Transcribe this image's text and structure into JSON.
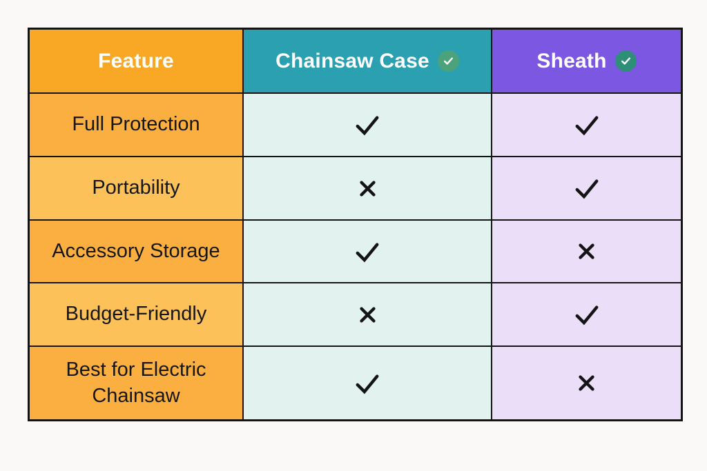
{
  "page": {
    "background_color": "#FAF9F7",
    "border_color": "#141414"
  },
  "table": {
    "columns": [
      {
        "label": "Feature",
        "header_bg": "#F8A824",
        "verified": false
      },
      {
        "label": "Chainsaw Case",
        "header_bg": "#2AA0B1",
        "verified": true,
        "badge_icon": "check-circle",
        "badge_color": "#4CA37B"
      },
      {
        "label": "Sheath",
        "header_bg": "#7C57E2",
        "verified": true,
        "badge_icon": "check-circle",
        "badge_color": "#2F8E78"
      }
    ],
    "rows": [
      {
        "feature": "Full Protection",
        "chainsaw_case": "check",
        "sheath": "check"
      },
      {
        "feature": "Portability",
        "chainsaw_case": "cross",
        "sheath": "check"
      },
      {
        "feature": "Accessory Storage",
        "chainsaw_case": "check",
        "sheath": "cross"
      },
      {
        "feature": "Budget-Friendly",
        "chainsaw_case": "cross",
        "sheath": "check"
      },
      {
        "feature": "Best for Electric Chainsaw",
        "chainsaw_case": "check",
        "sheath": "cross"
      }
    ],
    "colors": {
      "feature_row_odd": "#FAAF40",
      "feature_row_even": "#FCC159",
      "case_cell_bg": "#E1F2EF",
      "sheath_cell_bg": "#EBDEF8",
      "mark_color": "#141414"
    }
  },
  "chart_data": {
    "type": "table",
    "columns": [
      "Feature",
      "Chainsaw Case",
      "Sheath"
    ],
    "rows": [
      [
        "Full Protection",
        true,
        true
      ],
      [
        "Portability",
        false,
        true
      ],
      [
        "Accessory Storage",
        true,
        false
      ],
      [
        "Budget-Friendly",
        false,
        true
      ],
      [
        "Best for Electric Chainsaw",
        true,
        false
      ]
    ],
    "legend_note": "true = check mark, false = cross mark; header columns Chainsaw Case and Sheath each carry a green verified check badge"
  }
}
